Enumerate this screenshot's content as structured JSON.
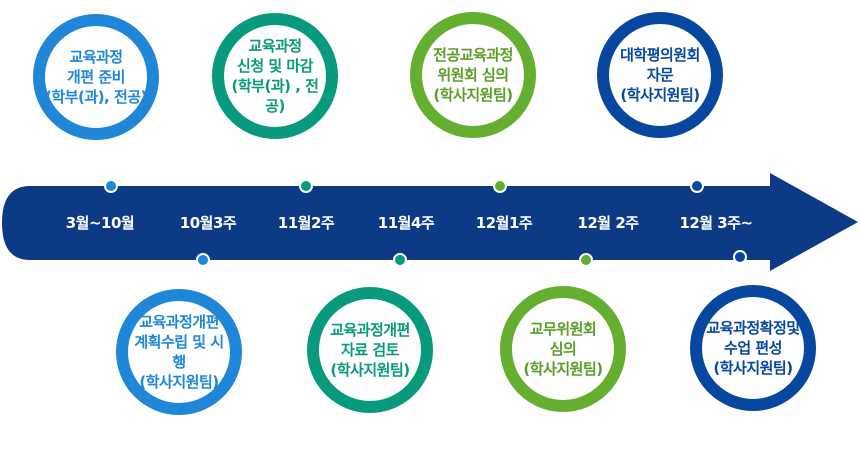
{
  "timeline": {
    "stops": [
      "3월~10월",
      "10월3주",
      "11월2주",
      "11월4주",
      "12월1주",
      "12월 2주",
      "12월 3주~"
    ],
    "upper": [
      {
        "text": "교육과정\n개편 준비\n(학부(과), 전공)",
        "color": "light-blue"
      },
      {
        "text": "교육과정\n신청 및 마감\n(학부(과) , 전공)",
        "color": "teal"
      },
      {
        "text": "전공교육과정\n위원회 심의\n(학사지원팀)",
        "color": "green"
      },
      {
        "text": "대학평의원회\n자문\n(학사지원팀)",
        "color": "navy"
      }
    ],
    "lower": [
      {
        "text": "교육과정개편\n계획수립 및 시행\n(학사지원팀)",
        "color": "light-blue"
      },
      {
        "text": "교육과정개편\n자료 검토\n(학사지원팀)",
        "color": "teal"
      },
      {
        "text": "교무위원회\n심의\n(학사지원팀)",
        "color": "green"
      },
      {
        "text": "교육과정확정및\n수업 편성\n(학사지원팀)",
        "color": "navy"
      }
    ]
  },
  "colors": {
    "arrow": "#0d3a84",
    "light-blue": "#1f86d8",
    "teal": "#079a7c",
    "green": "#65af30",
    "navy": "#07479f"
  }
}
